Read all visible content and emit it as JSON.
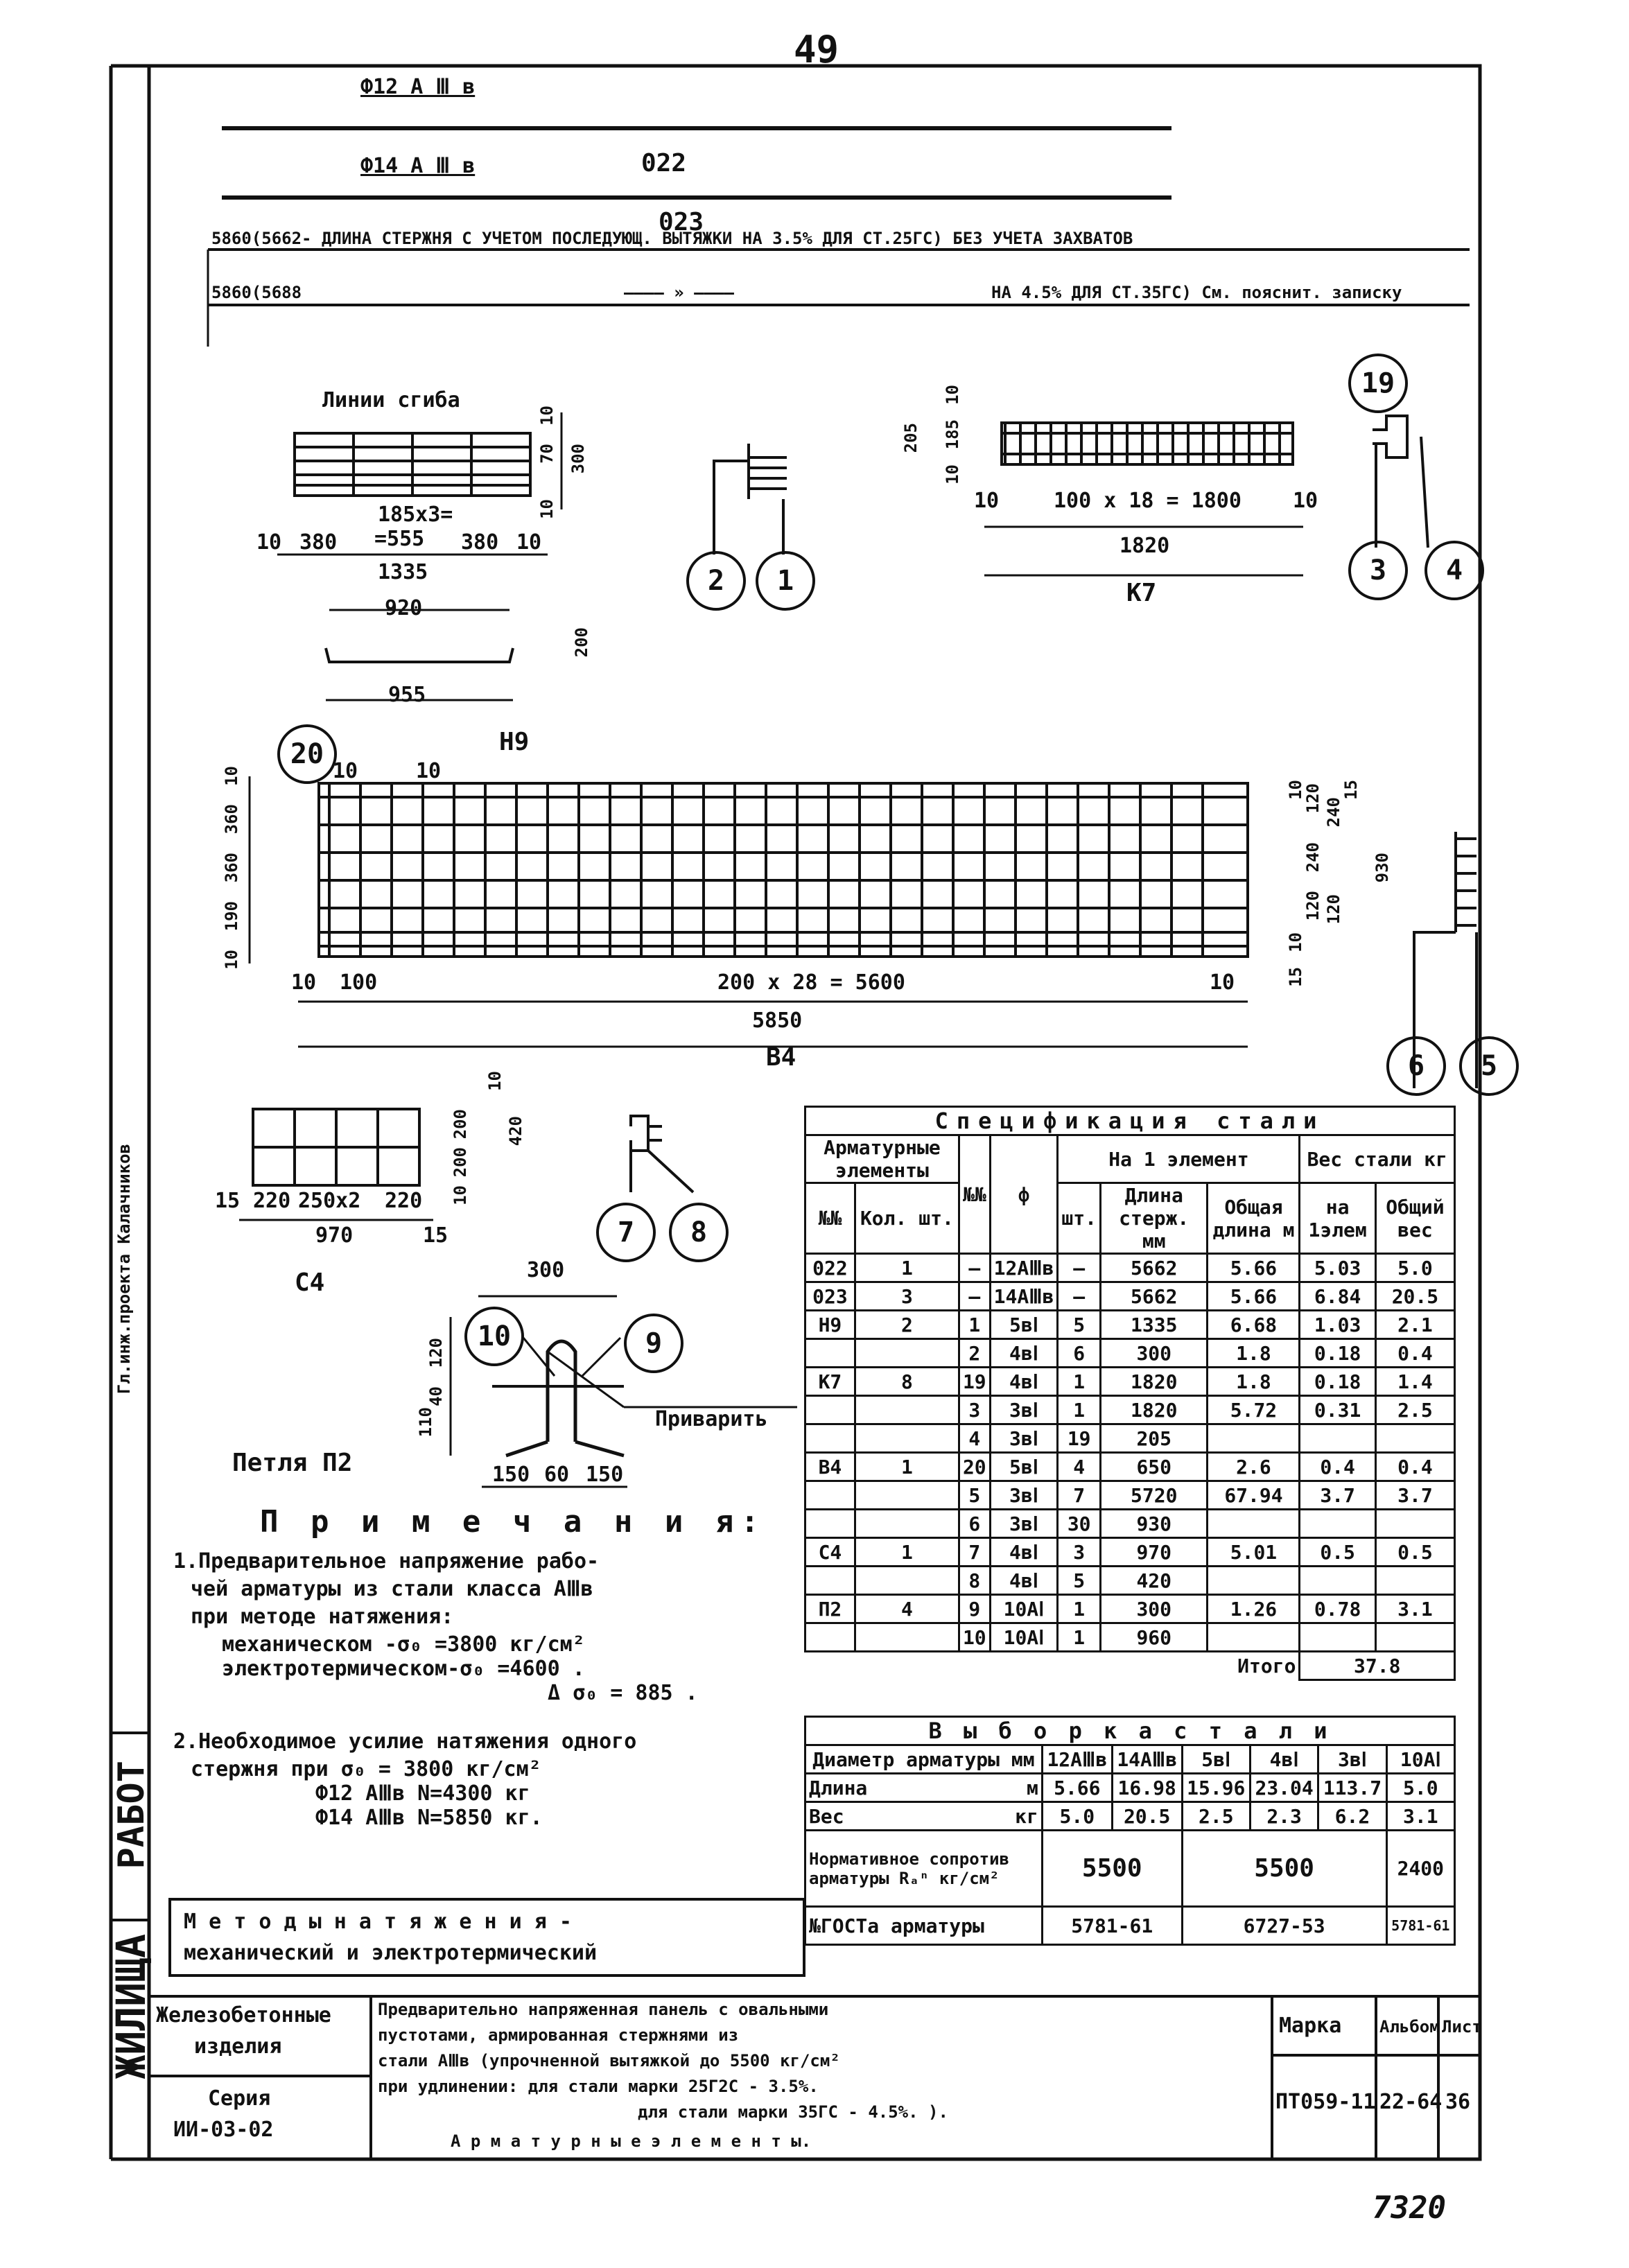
{
  "page_number": "49",
  "sheet_stamp": "7320",
  "bars": {
    "top_label_1": "Ф12 А Ⅲ в",
    "top_label_2": "Ф14 А Ⅲ в",
    "top_code_1": "022",
    "top_code_2": "023",
    "length_line_1": "5860(5662- ДЛИНА СТЕРЖНЯ С УЧЕТОМ ПОСЛЕДУЮЩ. ВЫТЯЖКИ НА 3.5% ДЛЯ СТ.25ГС) БЕЗ УЧЕТА ЗАХВАТОВ",
    "length_line_2_left": "5860(5688",
    "length_line_2_mid": "———— » ————",
    "length_line_2_right": "НА 4.5% ДЛЯ СТ.35ГС) См. пояснит. записку"
  },
  "n9": {
    "title": "Линии сгиба",
    "dim_top": "185х3=",
    "dim_top2": "=555",
    "dims_row": [
      "10",
      "380",
      "380",
      "10"
    ],
    "dim_1335": "1335",
    "dim_920": "920",
    "dim_955": "955",
    "side_dims": [
      "10",
      "70",
      "300",
      "10"
    ],
    "dim_200": "200",
    "label": "Н9",
    "callouts": [
      "2",
      "1"
    ]
  },
  "k7": {
    "side_dims": [
      "205",
      "10",
      "185",
      "10"
    ],
    "dims_row": [
      "10",
      "100 х 18 = 1800",
      "10"
    ],
    "dim_total": "1820",
    "label": "К7",
    "callouts": [
      "19",
      "3",
      "4"
    ]
  },
  "v4": {
    "callout_20": "20",
    "top_dims": [
      "10",
      "10"
    ],
    "left_dims": [
      "10",
      "360",
      "360",
      "190",
      "10"
    ],
    "bottom_dims": [
      "10",
      "100",
      "200 х 28 = 5600",
      "10"
    ],
    "dim_total": "5850",
    "label": "В4",
    "right_dims": [
      "10",
      "120",
      "240",
      "120",
      "930",
      "15",
      "10",
      "240",
      "120",
      "15"
    ],
    "callouts": [
      "6",
      "5"
    ]
  },
  "s4": {
    "dims_row": [
      "15",
      "220",
      "250х2",
      "220",
      "15"
    ],
    "dim_total": "970",
    "side_dims": [
      "10",
      "200",
      "200",
      "420",
      "10"
    ],
    "label": "С4",
    "callouts": [
      "7",
      "8"
    ]
  },
  "loop": {
    "dim_300": "300",
    "callouts": [
      "10",
      "9"
    ],
    "side_dims": [
      "120",
      "40",
      "110"
    ],
    "bottom_dims": [
      "150",
      "60",
      "150"
    ],
    "weld_label": "Приварить",
    "label": "Петля П2"
  },
  "notes": {
    "heading": "П р и м е ч а н и я:",
    "n1_l1": "1.Предварительное напряжение рабо-",
    "n1_l2": "чей арматуры из стали класса АⅢв",
    "n1_l3": "при методе натяжения:",
    "n1_l4": "механическом       -σ₀ =3800 кг/см²",
    "n1_l5": "электротермическом-σ₀ =4600 .",
    "n1_l6": "Δ σ₀ = 885 .",
    "n2_l1": "2.Необходимое усилие натяжения одного",
    "n2_l2": "стержня  при σ₀ = 3800 кг/см²",
    "n2_l3": "Ф12 АⅢв      N=4300 кг",
    "n2_l4": "Ф14 АⅢв      N=5850 кг."
  },
  "methods_box": {
    "l1": "М е т о д ы    н а т я ж е н и я -",
    "l2": "механический и электротермический"
  },
  "spec": {
    "title": "Спецификация стали",
    "h_elements": "Арматурные элементы",
    "h_num": "№№",
    "h_phi": "ф",
    "h_per_element": "На 1 элемент",
    "h_weight": "Вес стали кг",
    "h_nn": "№№",
    "h_qty": "Кол. шт.",
    "h_rod": "стер",
    "h_mm": "мм",
    "h_pcs": "шт.",
    "h_len": "Длина стерж. мм",
    "h_total_len": "Общая длина м",
    "h_per1": "на 1элем",
    "h_total": "Общий вес",
    "rows": [
      [
        "022",
        "1",
        "—",
        "12АⅢв",
        "—",
        "5662",
        "5.66",
        "5.03",
        "5.0"
      ],
      [
        "023",
        "3",
        "—",
        "14АⅢв",
        "—",
        "5662",
        "5.66",
        "6.84",
        "20.5"
      ],
      [
        "Н9",
        "2",
        "1",
        "5вⅠ",
        "5",
        "1335",
        "6.68",
        "1.03",
        "2.1"
      ],
      [
        "",
        "",
        "2",
        "4вⅠ",
        "6",
        "300",
        "1.8",
        "0.18",
        "0.4"
      ],
      [
        "К7",
        "8",
        "19",
        "4вⅠ",
        "1",
        "1820",
        "1.8",
        "0.18",
        "1.4"
      ],
      [
        "",
        "",
        "3",
        "3вⅠ",
        "1",
        "1820",
        "5.72",
        "0.31",
        "2.5"
      ],
      [
        "",
        "",
        "4",
        "3вⅠ",
        "19",
        "205",
        "",
        "",
        ""
      ],
      [
        "В4",
        "1",
        "20",
        "5вⅠ",
        "4",
        "650",
        "2.6",
        "0.4",
        "0.4"
      ],
      [
        "",
        "",
        "5",
        "3вⅠ",
        "7",
        "5720",
        "67.94",
        "3.7",
        "3.7"
      ],
      [
        "",
        "",
        "6",
        "3вⅠ",
        "30",
        "930",
        "",
        "",
        ""
      ],
      [
        "С4",
        "1",
        "7",
        "4вⅠ",
        "3",
        "970",
        "5.01",
        "0.5",
        "0.5"
      ],
      [
        "",
        "",
        "8",
        "4вⅠ",
        "5",
        "420",
        "",
        "",
        ""
      ],
      [
        "П2",
        "4",
        "9",
        "10АⅠ",
        "1",
        "300",
        "1.26",
        "0.78",
        "3.1"
      ],
      [
        "",
        "",
        "10",
        "10АⅠ",
        "1",
        "960",
        "",
        "",
        ""
      ]
    ],
    "total_label": "Итого",
    "total_value": "37.8"
  },
  "selection": {
    "title": "В ы б о р к а   с т а л и",
    "diam_label": "Диаметр арматуры мм",
    "cols": [
      "12АⅢв",
      "14АⅢв",
      "5вⅠ",
      "4вⅠ",
      "3вⅠ",
      "10АⅠ"
    ],
    "len_label": "Длина",
    "len_unit": "м",
    "len_values": [
      "5.66",
      "16.98",
      "15.96",
      "23.04",
      "113.7",
      "5.0"
    ],
    "wt_label": "Вес",
    "wt_unit": "кг",
    "wt_values": [
      "5.0",
      "20.5",
      "2.5",
      "2.3",
      "6.2",
      "3.1"
    ],
    "norm_label_1": "Нормативное сопротив",
    "norm_label_2": "арматуры Rₐⁿ кг/см²",
    "norm_values": [
      "5500",
      "5500",
      "2400"
    ],
    "gost_label": "№ГОСТа арматуры",
    "gost_values": [
      "5781-61",
      "6727-53",
      "5781-61"
    ]
  },
  "title_block": {
    "cell_kind_1": "Железобетонные",
    "cell_kind_2": "изделия",
    "desc_1": "Предварительно напряженная панель с овальными",
    "desc_2": "пустотами, армированная стержнями из",
    "desc_3": "стали  АⅢв (упрочненной вытяжкой до 5500 кг/см²",
    "desc_4": "при удлинении: для стали марки 25Г2С - 3.5%.",
    "desc_5": "для стали марки 35ГС - 4.5%. ).",
    "desc_6": "А р м а т у р н ы е   э л е м е н т ы.",
    "series_1": "Серия",
    "series_2": "ИИ-03-02",
    "h_mark": "Марка",
    "h_album": "Альбом",
    "h_sheet": "Лист",
    "mark": "ПТ059-11",
    "album": "22-64",
    "sheet": "36"
  },
  "sidebar": {
    "zhilishcha": "ЖИЛИЩА",
    "rabot": "РАБОТ",
    "signatures": "Гл.инж.проекта   Калачников"
  }
}
